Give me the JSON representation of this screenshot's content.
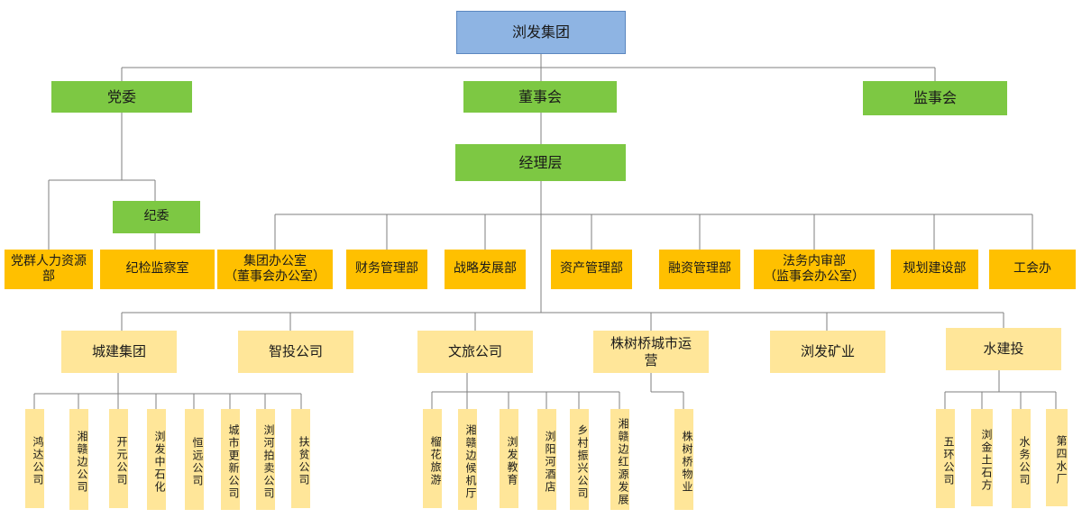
{
  "root": {
    "label": "浏发集团"
  },
  "level1": [
    {
      "id": "dangwei",
      "label": "党委"
    },
    {
      "id": "dongshihui",
      "label": "董事会"
    },
    {
      "id": "jianshihui",
      "label": "监事会"
    }
  ],
  "jiwei": {
    "label": "纪委"
  },
  "jingliceng": {
    "label": "经理层"
  },
  "departments": [
    {
      "label": "党群人力资源部"
    },
    {
      "label": "纪检监察室"
    },
    {
      "label": "集团办公室\n（董事会办公室）"
    },
    {
      "label": "财务管理部"
    },
    {
      "label": "战略发展部"
    },
    {
      "label": "资产管理部"
    },
    {
      "label": "融资管理部"
    },
    {
      "label": "法务内审部\n（监事会办公室）"
    },
    {
      "label": "规划建设部"
    },
    {
      "label": "工会办"
    }
  ],
  "subsidiaries": [
    {
      "label": "城建集团"
    },
    {
      "label": "智投公司"
    },
    {
      "label": "文旅公司"
    },
    {
      "label": "株树桥城市运营"
    },
    {
      "label": "浏发矿业"
    },
    {
      "label": "水建投"
    }
  ],
  "leaves": {
    "chengjian": [
      "鸿达公司",
      "湘赣边公司",
      "开元公司",
      "浏发中石化",
      "恒远公司",
      "城市更新公司",
      "浏河拍卖公司",
      "扶贫公司"
    ],
    "wenlv": [
      "榴花旅游",
      "湘赣边候机厅",
      "浏发教育",
      "浏阳河酒店",
      "乡村振兴公司",
      "湘赣边红源发展"
    ],
    "zhushuqiao": [
      "株树桥物业"
    ],
    "shuijiantou": [
      "五环公司",
      "浏金土石方",
      "水务公司",
      "第四水厂"
    ]
  }
}
